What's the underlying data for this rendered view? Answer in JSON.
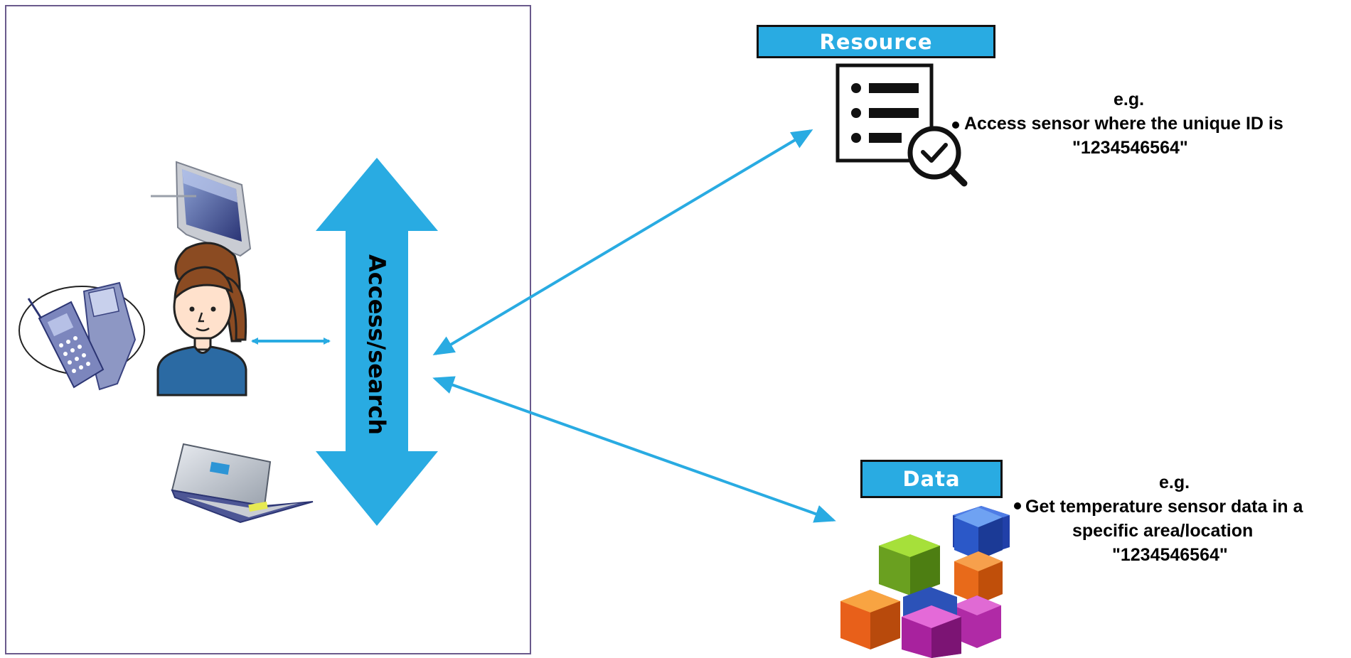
{
  "access_search": {
    "label": "Access/search"
  },
  "resource": {
    "title": "Resource",
    "example_prefix": "e.g.",
    "bullet_line1": "Access sensor where the unique ID is",
    "bullet_line2": "\"1234546564\"",
    "icon": "checklist-magnifier-icon"
  },
  "data": {
    "title": "Data",
    "example_prefix": "e.g.",
    "bullet_line1": "Get temperature sensor data in a",
    "bullet_line2": "specific area/location",
    "bullet_line3": "\"1234546564\"",
    "icon": "colored-cubes-icon"
  },
  "colors": {
    "accent": "#29abe2",
    "frame": "#6a5a8c",
    "text": "#000000"
  },
  "devices": [
    "tablet-icon",
    "mobile-devices-icon",
    "user-avatar-icon",
    "laptop-icon"
  ]
}
